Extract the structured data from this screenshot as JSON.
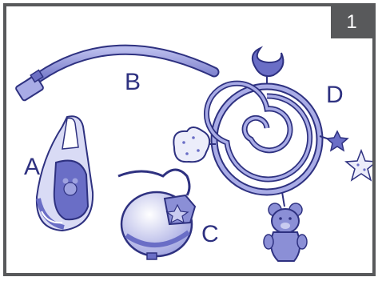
{
  "step_number": "1",
  "parts": [
    {
      "letter": "B",
      "name": "mobile-arm"
    },
    {
      "letter": "A",
      "name": "projector-unit"
    },
    {
      "letter": "C",
      "name": "music-box"
    },
    {
      "letter": "D",
      "name": "hanging-spiral-toys"
    }
  ],
  "colors": {
    "frame": "#58595b",
    "ink": "#2e3180",
    "fill": "#8b8fd6",
    "light": "#c9cbf0"
  }
}
